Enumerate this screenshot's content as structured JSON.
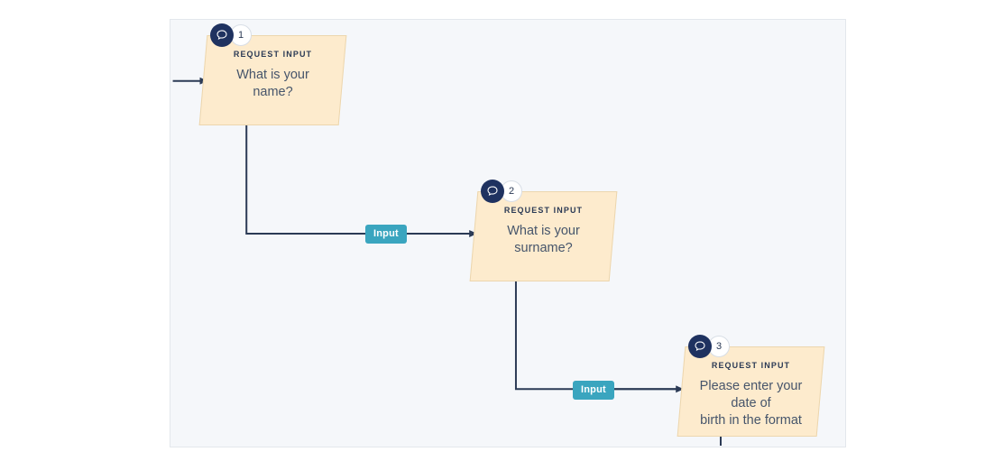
{
  "canvas": {
    "background_color": "#f5f7fa",
    "border_color": "#e3e7ec"
  },
  "theme": {
    "node_fill": "#fdebcd",
    "node_border": "#ecd6ae",
    "badge_icon_bg": "#1f3260",
    "edge_label_bg": "#3aa5bf",
    "connector_color": "#2b3a55",
    "kicker_color": "#2b3a55",
    "body_text_color": "#46556b"
  },
  "diagram": {
    "type": "flowchart",
    "nodes": [
      {
        "id": 1,
        "number": "1",
        "kicker": "REQUEST INPUT",
        "text": "What is your name?",
        "icon": "speech-bubble-icon"
      },
      {
        "id": 2,
        "number": "2",
        "kicker": "REQUEST INPUT",
        "text": "What is your surname?",
        "icon": "speech-bubble-icon"
      },
      {
        "id": 3,
        "number": "3",
        "kicker": "REQUEST INPUT",
        "text": "Please enter your date of\nbirth in the format",
        "icon": "speech-bubble-icon"
      }
    ],
    "edges": [
      {
        "from": 1,
        "to": 2,
        "label": "Input"
      },
      {
        "from": 2,
        "to": 3,
        "label": "Input"
      }
    ],
    "entry_arrow": {
      "target": 1
    },
    "exit_connector": {
      "source": 3
    }
  }
}
